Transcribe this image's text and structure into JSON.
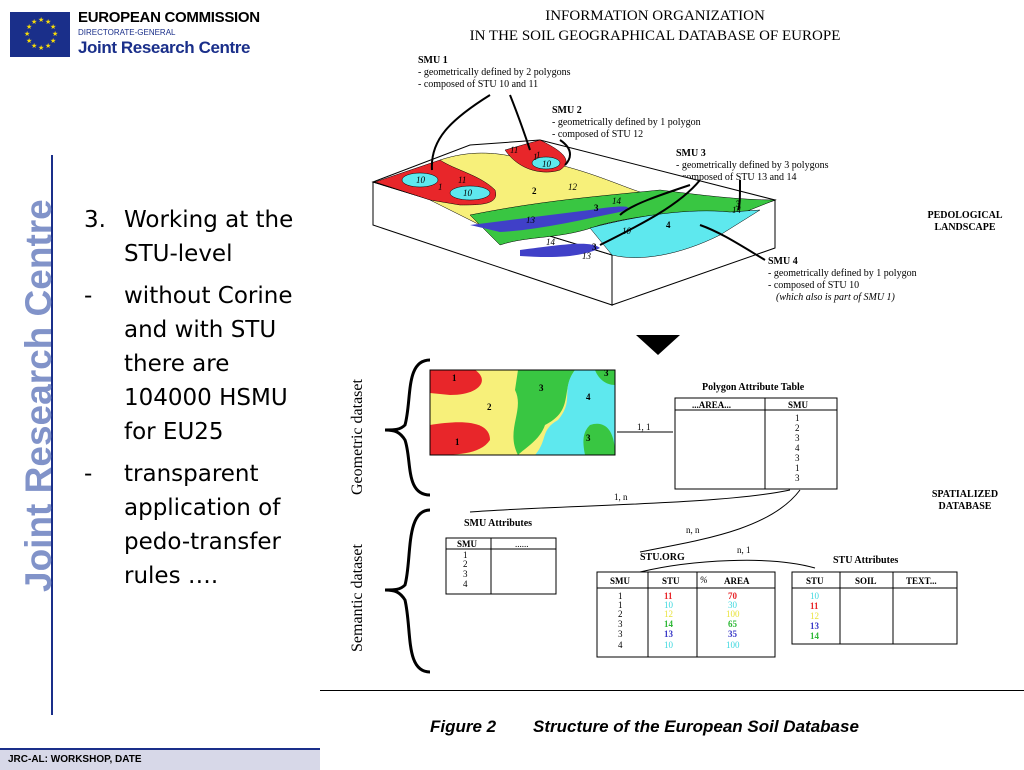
{
  "header": {
    "org": "EUROPEAN COMMISSION",
    "directorate": "DIRECTORATE-GENERAL",
    "centre": "Joint Research Centre"
  },
  "sidebar": {
    "vertical_title": "Joint Research Centre"
  },
  "content": {
    "bullets": [
      {
        "marker": "3.",
        "text": "Working at the STU-level"
      },
      {
        "marker": "-",
        "text": "without Corine and with STU there are 104000 HSMU for EU25"
      },
      {
        "marker": "-",
        "text": "transparent application of pedo-transfer rules …."
      }
    ]
  },
  "footer": {
    "text": "JRC-AL: WORKSHOP, DATE"
  },
  "figure": {
    "title_line1": "INFORMATION ORGANIZATION",
    "title_line2": "IN THE SOIL GEOGRAPHICAL DATABASE OF EUROPE",
    "number": "Figure 2",
    "caption": "Structure of the European Soil Database",
    "smu_notes": [
      {
        "title": "SMU 1",
        "lines": [
          "- geometrically defined by 2 polygons",
          "- composed of STU 10 and 11"
        ]
      },
      {
        "title": "SMU 2",
        "lines": [
          "- geometrically defined by 1 polygon",
          "- composed of  STU 12"
        ]
      },
      {
        "title": "SMU 3",
        "lines": [
          "- geometrically defined by 3 polygons",
          "- composed of STU 13 and 14"
        ]
      },
      {
        "title": "SMU 4",
        "lines": [
          "- geometrically defined by 1 polygon",
          "- composed of STU 10",
          "(which also is part of SMU 1)"
        ]
      }
    ],
    "landscape_label": [
      "PEDOLOGICAL",
      "LANDSCAPE"
    ],
    "spatialized_label": [
      "SPATIALIZED",
      "DATABASE"
    ],
    "geometric_label": "Geometric dataset",
    "semantic_label": "Semantic dataset",
    "polygon_table": {
      "title": "Polygon Attribute Table",
      "headers": [
        "...AREA...",
        "SMU"
      ],
      "smu_values": [
        "1",
        "2",
        "3",
        "4",
        "3",
        "1",
        "3"
      ]
    },
    "relations": {
      "pat": "1, 1",
      "smu": "1, n",
      "stu_org": "n, n",
      "stu": "n, 1"
    },
    "smu_attributes": {
      "title": "SMU Attributes",
      "headers": [
        "SMU",
        "......"
      ],
      "values": [
        "1",
        "2",
        "3",
        "4"
      ]
    },
    "stu_org": {
      "title": "STU.ORG",
      "headers": [
        "SMU",
        "STU",
        "%",
        "AREA"
      ],
      "rows": [
        {
          "smu": "1",
          "stu": "11",
          "area": "70"
        },
        {
          "smu": "1",
          "stu": "10",
          "area": "30"
        },
        {
          "smu": "2",
          "stu": "12",
          "area": "100"
        },
        {
          "smu": "3",
          "stu": "14",
          "area": "65"
        },
        {
          "smu": "3",
          "stu": "13",
          "area": "35"
        },
        {
          "smu": "4",
          "stu": "10",
          "area": "100"
        }
      ]
    },
    "stu_attributes": {
      "title": "STU Attributes",
      "headers": [
        "STU",
        "SOIL",
        "TEXT..."
      ],
      "values": [
        "10",
        "11",
        "12",
        "13",
        "14"
      ]
    },
    "map_labels": {
      "landscape": [
        "10",
        "11",
        "10",
        "1",
        "1",
        "10",
        "11",
        "1",
        "2",
        "12",
        "14",
        "3",
        "13",
        "14",
        "10",
        "4",
        "14",
        "3",
        "13",
        "3"
      ],
      "flat": [
        "1",
        "2",
        "1",
        "3",
        "3",
        "4",
        "3"
      ]
    }
  }
}
